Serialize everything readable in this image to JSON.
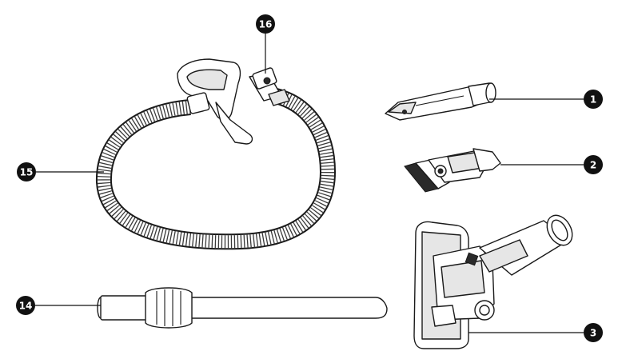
{
  "callouts": [
    {
      "id": "callout-1",
      "label": "1"
    },
    {
      "id": "callout-2",
      "label": "2"
    },
    {
      "id": "callout-3",
      "label": "3"
    },
    {
      "id": "callout-14",
      "label": "14"
    },
    {
      "id": "callout-15",
      "label": "15"
    },
    {
      "id": "callout-16",
      "label": "16"
    }
  ],
  "parts": [
    {
      "callout": "1",
      "icon": "crevice-tool-icon"
    },
    {
      "callout": "2",
      "icon": "brush-tool-icon"
    },
    {
      "callout": "3",
      "icon": "floor-nozzle-icon"
    },
    {
      "callout": "14",
      "icon": "extension-wand-icon"
    },
    {
      "callout": "15",
      "icon": "flexible-hose-icon"
    },
    {
      "callout": "16",
      "icon": "hose-connector-icon"
    }
  ],
  "colors": {
    "ink": "#111111",
    "part_fill": "#ffffff",
    "shade": "#e6e6e6"
  }
}
